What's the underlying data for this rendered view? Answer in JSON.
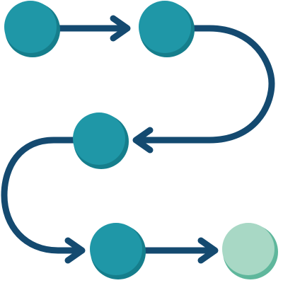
{
  "colors": {
    "background": "#ffffff",
    "connector": "#144a70",
    "node_fill": "#1f97a7",
    "node_shade": "#157e8c",
    "final_node_fill": "#a8d8c5",
    "final_node_shade": "#5fb79c"
  },
  "nodes": [
    {
      "id": "step-1",
      "state": "active"
    },
    {
      "id": "step-2",
      "state": "active"
    },
    {
      "id": "step-3",
      "state": "active"
    },
    {
      "id": "step-4",
      "state": "active"
    },
    {
      "id": "step-5",
      "state": "final"
    }
  ],
  "connectors": [
    {
      "from": "step-1",
      "to": "step-2",
      "shape": "straight"
    },
    {
      "from": "step-2",
      "to": "step-3",
      "shape": "curve-right"
    },
    {
      "from": "step-3",
      "to": "step-4",
      "shape": "curve-left"
    },
    {
      "from": "step-4",
      "to": "step-5",
      "shape": "straight"
    }
  ],
  "icons": {
    "arrowhead": "chevron-arrow-icon"
  }
}
